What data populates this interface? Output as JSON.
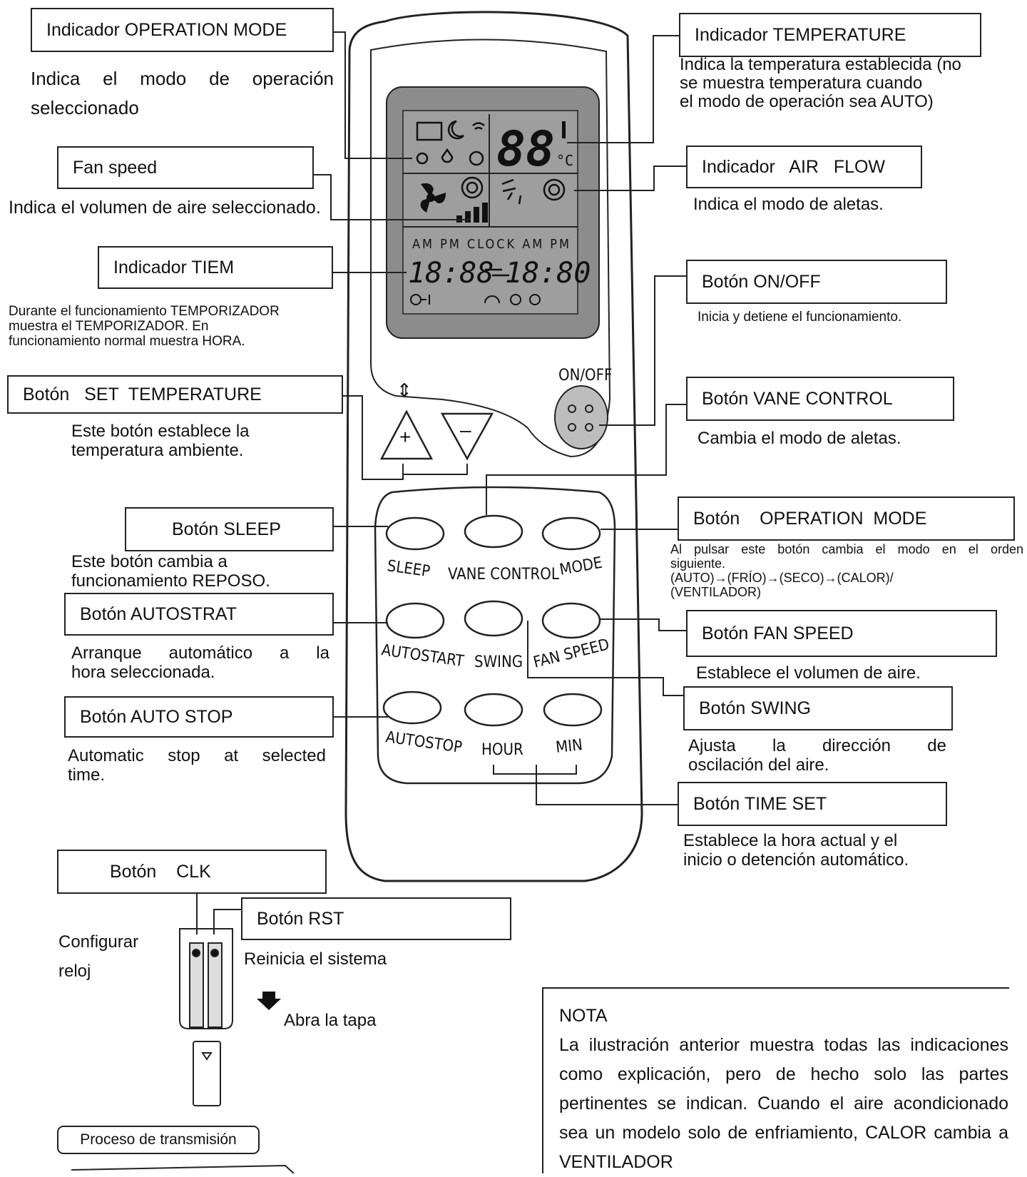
{
  "labels": {
    "op_mode_indicator": "Indicador OPERATION MODE",
    "fan_speed": "Fan speed",
    "time_indicator": "Indicador TIEM",
    "set_temp_button": "Botón   SET  TEMPERATURE",
    "sleep_button": "Botón SLEEP",
    "autostart_button": "Botón AUTOSTRAT",
    "autostop_button": "Botón AUTO STOP",
    "clk_button": "Botón    CLK",
    "rst_button": "Botón RST",
    "temp_indicator": "Indicador TEMPERATURE",
    "airflow_indicator": "Indicador   AIR   FLOW",
    "onoff_button": "Botón ON/OFF",
    "vane_button": "Botón VANE CONTROL",
    "mode_button": "Botón    OPERATION  MODE",
    "fanspeed_button": "Botón FAN SPEED",
    "swing_button": "Botón SWING",
    "timeset_button": "Botón TIME SET"
  },
  "descriptions": {
    "op_mode_indicator": [
      "Indica el modo de operación",
      "seleccionado"
    ],
    "fan_speed": "Indica el volumen de aire seleccionado.",
    "time_indicator": [
      "Durante el funcionamiento TEMPORIZADOR",
      "muestra el TEMPORIZADOR. En",
      "funcionamiento normal muestra HORA."
    ],
    "set_temp_button": [
      "Este botón establece la",
      "temperatura ambiente."
    ],
    "sleep_button": [
      "Este botón cambia a",
      "funcionamiento REPOSO."
    ],
    "autostart_button": [
      "Arranque automático a la",
      "hora seleccionada."
    ],
    "autostop_button": [
      "Automatic stop at selected",
      "time."
    ],
    "clk_button": [
      "Configurar",
      "reloj"
    ],
    "rst_button": "Reinicia el sistema",
    "open_cover": "Abra la tapa",
    "temp_indicator": [
      "Indica la temperatura establecida (no",
      "se muestra temperatura cuando",
      "el modo de operación sea AUTO)"
    ],
    "airflow_indicator": "Indica el modo de aletas.",
    "onoff_button": "Inicia y detiene el funcionamiento.",
    "vane_button": "Cambia el modo de aletas.",
    "mode_button": [
      "Al pulsar este botón cambia el modo en el orden",
      "siguiente.",
      "(AUTO)→(FRÍO)→(SECO)→(CALOR)/",
      "(VENTILADOR)"
    ],
    "fanspeed_button": "Establece el volumen de aire.",
    "swing_button": [
      "Ajusta la dirección de",
      "oscilación del aire."
    ],
    "timeset_button": [
      "Establece la hora actual y el",
      "inicio o detención automático."
    ]
  },
  "remote": {
    "lcd_temp": "88",
    "lcd_unit": "°C",
    "lcd_time_labels": "AM  PM  CLOCK AM   PM",
    "lcd_time_left": "18:88",
    "lcd_time_right": "18:80",
    "onoff_label": "ON/OFF",
    "buttons": [
      "SLEEP",
      "VANE CONTROL",
      "MODE",
      "AUTOSTART",
      "SWING",
      "FAN SPEED",
      "AUTOSTOP",
      "HOUR",
      "MIN"
    ]
  },
  "note": {
    "title": "NOTA",
    "body": "La ilustración anterior muestra todas las indicaciones como explicación, pero de hecho solo las partes pertinentes se indican. Cuando el aire acondicionado sea un modelo solo de enfriamiento, CALOR cambia a VENTILADOR"
  },
  "process_label": "Proceso de transmisión",
  "colors": {
    "lcd_screen": "#8c8c8c",
    "onoff_button": "#bdbdbd",
    "line": "#222222"
  }
}
